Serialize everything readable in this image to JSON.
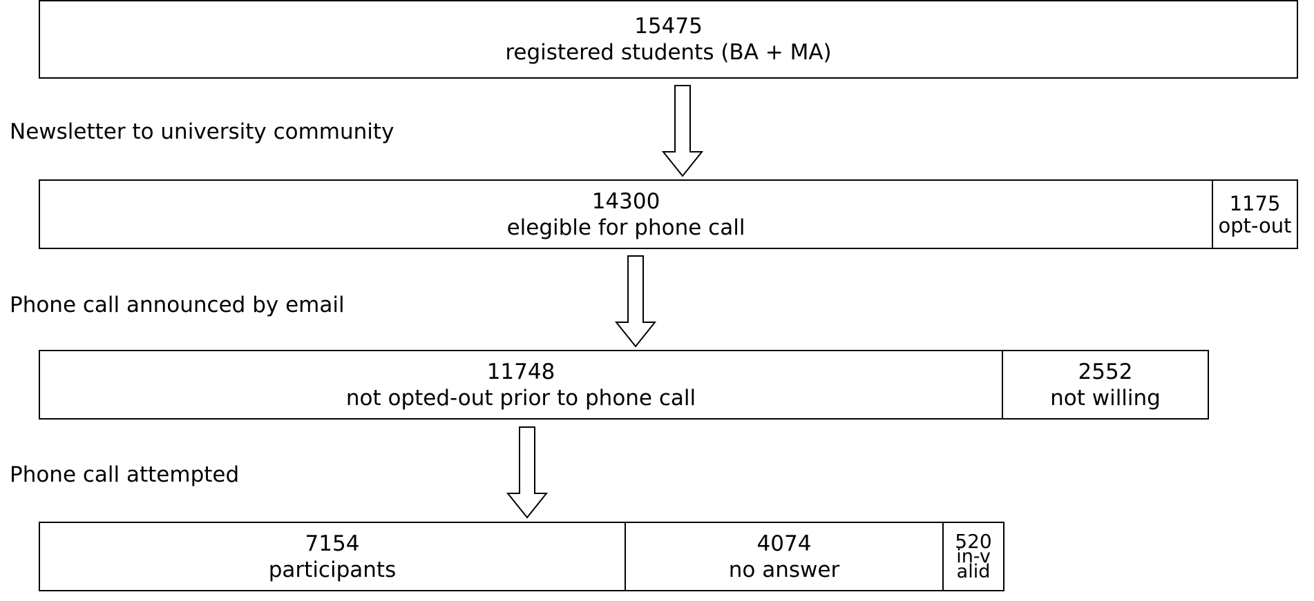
{
  "boxes": {
    "registered": {
      "count": "15475",
      "label": "registered students (BA + MA)"
    },
    "eligible": {
      "count": "14300",
      "label": "elegible for phone call"
    },
    "optout": {
      "count": "1175",
      "label": "opt-out"
    },
    "not_opted_out": {
      "count": "11748",
      "label": "not opted-out prior to phone call"
    },
    "not_willing": {
      "count": "2552",
      "label": "not willing"
    },
    "participants": {
      "count": "7154",
      "label": "participants"
    },
    "no_answer": {
      "count": "4074",
      "label": "no answer"
    },
    "invalid": {
      "count": "520",
      "label": "in-valid"
    }
  },
  "steps": {
    "newsletter": "Newsletter to university community",
    "announced": "Phone call announced by email",
    "attempted": "Phone call attempted"
  }
}
